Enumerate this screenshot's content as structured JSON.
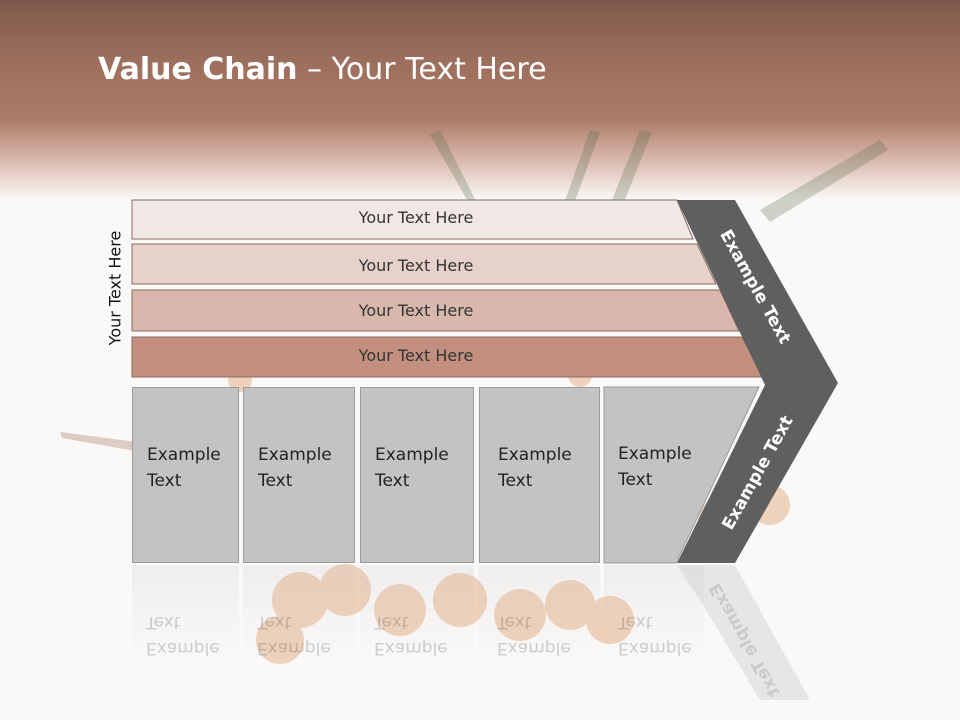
{
  "slide": {
    "title_bold": "Value Chain",
    "title_rest": " – Your Text Here",
    "vertical_label": "Your Text Here"
  },
  "rows": [
    {
      "label": "Your Text Here",
      "color": "#f1e7e4"
    },
    {
      "label": "Your Text Here",
      "color": "#e6d1cb"
    },
    {
      "label": "Your Text Here",
      "color": "#d8b8ad"
    },
    {
      "label": "Your Text Here",
      "color": "#c39080"
    }
  ],
  "columns": [
    {
      "line1": "Example",
      "line2": "Text"
    },
    {
      "line1": "Example",
      "line2": "Text"
    },
    {
      "line1": "Example",
      "line2": "Text"
    },
    {
      "line1": "Example",
      "line2": "Text"
    },
    {
      "line1": "Example",
      "line2": "Text"
    }
  ],
  "chevron": {
    "upper_label": "Example Text",
    "lower_label": "Example Text",
    "color": "#5f5f5f"
  }
}
